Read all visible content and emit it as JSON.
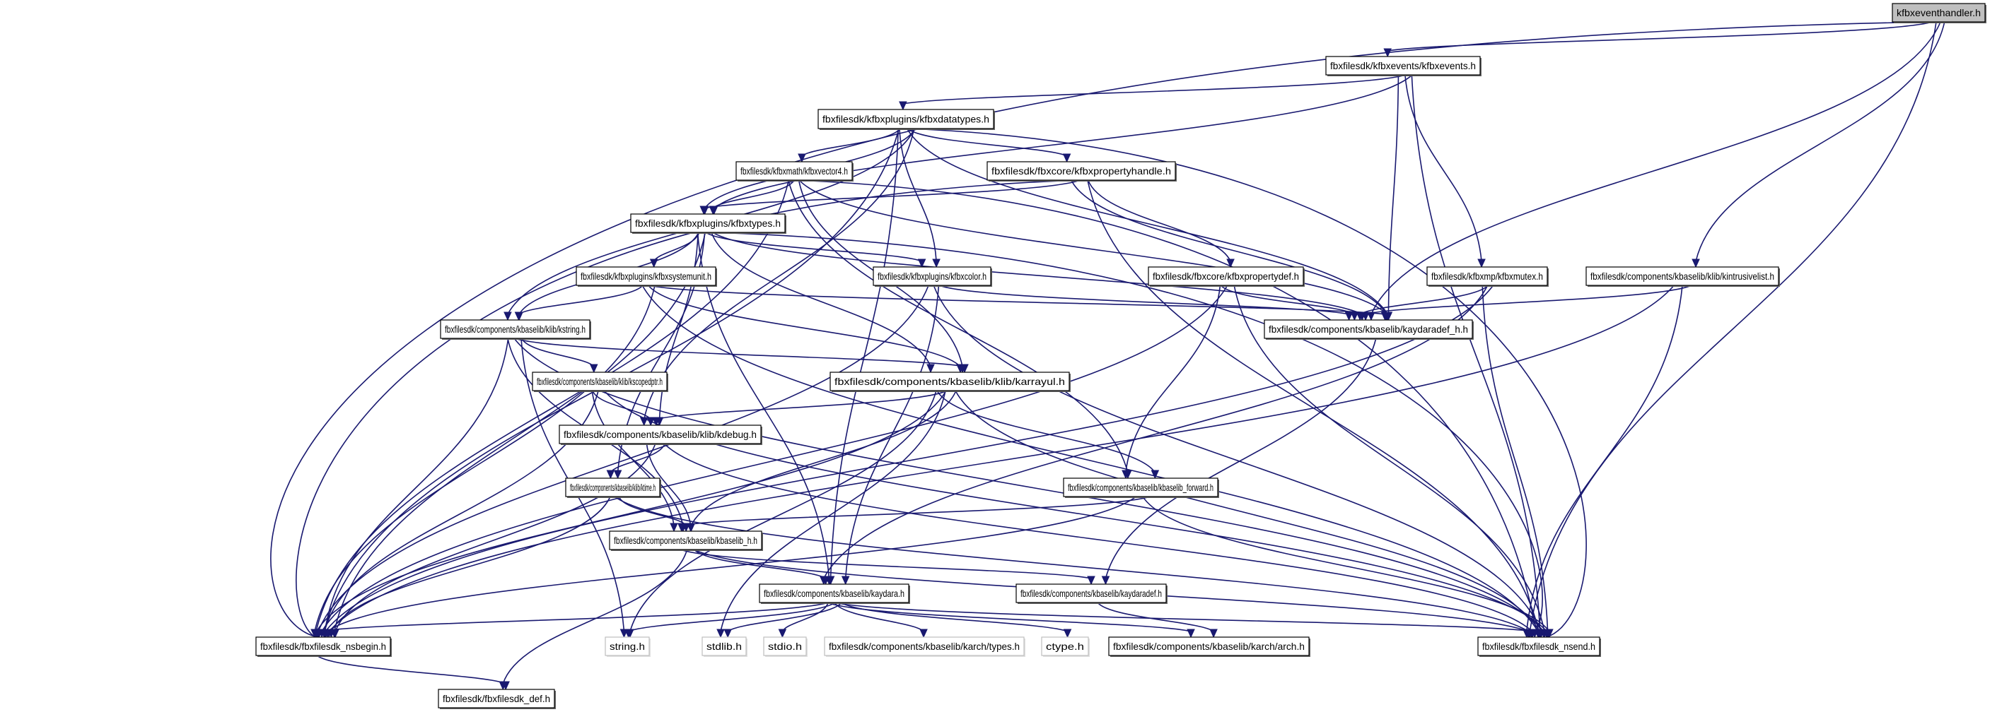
{
  "title": "kfbxeventhandler.h include dependency graph",
  "colors": {
    "edge": "#191970",
    "root_fill": "#bfbfbf",
    "node_border": "#000000",
    "external_border": "#bfbfbf"
  },
  "nodes": [
    {
      "id": "eventhandler",
      "label": "kfbxeventhandler.h",
      "kind": "root"
    },
    {
      "id": "events",
      "label": "fbxfilesdk/kfbxevents/kfbxevents.h",
      "kind": "normal"
    },
    {
      "id": "datatypes",
      "label": "fbxfilesdk/kfbxplugins/kfbxdatatypes.h",
      "kind": "normal"
    },
    {
      "id": "vector4",
      "label": "fbxfilesdk/kfbxmath/kfbxvector4.h",
      "kind": "normal"
    },
    {
      "id": "propertyhandle",
      "label": "fbxfilesdk/fbxcore/kfbxpropertyhandle.h",
      "kind": "normal"
    },
    {
      "id": "types",
      "label": "fbxfilesdk/kfbxplugins/kfbxtypes.h",
      "kind": "normal"
    },
    {
      "id": "systemunit",
      "label": "fbxfilesdk/kfbxplugins/kfbxsystemunit.h",
      "kind": "normal"
    },
    {
      "id": "color",
      "label": "fbxfilesdk/kfbxplugins/kfbxcolor.h",
      "kind": "normal"
    },
    {
      "id": "propertydef",
      "label": "fbxfilesdk/fbxcore/kfbxpropertydef.h",
      "kind": "normal"
    },
    {
      "id": "mutex",
      "label": "fbxfilesdk/kfbxmp/kfbxmutex.h",
      "kind": "normal"
    },
    {
      "id": "intrusivelist",
      "label": "fbxfilesdk/components/kbaselib/klib/kintrusivelist.h",
      "kind": "normal"
    },
    {
      "id": "kstring",
      "label": "fbxfilesdk/components/kbaselib/klib/kstring.h",
      "kind": "normal"
    },
    {
      "id": "kaydaradef_h",
      "label": "fbxfilesdk/components/kbaselib/kaydaradef_h.h",
      "kind": "normal"
    },
    {
      "id": "kscopedptr",
      "label": "fbxfilesdk/components/kbaselib/klib/kscopedptr.h",
      "kind": "normal"
    },
    {
      "id": "karrayul",
      "label": "fbxfilesdk/components/kbaselib/klib/karrayul.h",
      "kind": "normal"
    },
    {
      "id": "kdebug",
      "label": "fbxfilesdk/components/kbaselib/klib/kdebug.h",
      "kind": "normal"
    },
    {
      "id": "ktime",
      "label": "fbxfilesdk/components/kbaselib/klib/ktime.h",
      "kind": "normal"
    },
    {
      "id": "kbaselib_forward",
      "label": "fbxfilesdk/components/kbaselib/kbaselib_forward.h",
      "kind": "normal"
    },
    {
      "id": "kbaselib_h",
      "label": "fbxfilesdk/components/kbaselib/kbaselib_h.h",
      "kind": "normal"
    },
    {
      "id": "kaydara",
      "label": "fbxfilesdk/components/kbaselib/kaydara.h",
      "kind": "normal"
    },
    {
      "id": "kaydaradef",
      "label": "fbxfilesdk/components/kbaselib/kaydaradef.h",
      "kind": "normal"
    },
    {
      "id": "nsbegin",
      "label": "fbxfilesdk/fbxfilesdk_nsbegin.h",
      "kind": "normal"
    },
    {
      "id": "string_h",
      "label": "string.h",
      "kind": "external"
    },
    {
      "id": "stdlib_h",
      "label": "stdlib.h",
      "kind": "external"
    },
    {
      "id": "stdio_h",
      "label": "stdio.h",
      "kind": "external"
    },
    {
      "id": "karch_types",
      "label": "fbxfilesdk/components/kbaselib/karch/types.h",
      "kind": "external"
    },
    {
      "id": "ctype_h",
      "label": "ctype.h",
      "kind": "external"
    },
    {
      "id": "arch",
      "label": "fbxfilesdk/components/kbaselib/karch/arch.h",
      "kind": "normal"
    },
    {
      "id": "nsend",
      "label": "fbxfilesdk/fbxfilesdk_nsend.h",
      "kind": "normal"
    },
    {
      "id": "def",
      "label": "fbxfilesdk/fbxfilesdk_def.h",
      "kind": "normal"
    }
  ],
  "edges": [
    [
      "eventhandler",
      "events"
    ],
    [
      "eventhandler",
      "nsbegin"
    ],
    [
      "eventhandler",
      "kaydaradef_h"
    ],
    [
      "eventhandler",
      "intrusivelist"
    ],
    [
      "eventhandler",
      "nsend"
    ],
    [
      "events",
      "datatypes"
    ],
    [
      "events",
      "types"
    ],
    [
      "events",
      "kaydaradef_h"
    ],
    [
      "events",
      "mutex"
    ],
    [
      "events",
      "nsend"
    ],
    [
      "datatypes",
      "vector4"
    ],
    [
      "datatypes",
      "propertyhandle"
    ],
    [
      "datatypes",
      "types"
    ],
    [
      "datatypes",
      "color"
    ],
    [
      "datatypes",
      "kaydaradef_h"
    ],
    [
      "datatypes",
      "kstring"
    ],
    [
      "datatypes",
      "nsbegin"
    ],
    [
      "datatypes",
      "nsend"
    ],
    [
      "datatypes",
      "kdebug"
    ],
    [
      "datatypes",
      "kaydara"
    ],
    [
      "vector4",
      "types"
    ],
    [
      "vector4",
      "kaydaradef_h"
    ],
    [
      "vector4",
      "nsbegin"
    ],
    [
      "vector4",
      "nsend"
    ],
    [
      "vector4",
      "karrayul"
    ],
    [
      "vector4",
      "kbaselib_forward"
    ],
    [
      "propertyhandle",
      "types"
    ],
    [
      "propertyhandle",
      "propertydef"
    ],
    [
      "propertyhandle",
      "kaydaradef_h"
    ],
    [
      "propertyhandle",
      "nsbegin"
    ],
    [
      "propertyhandle",
      "nsend"
    ],
    [
      "types",
      "systemunit"
    ],
    [
      "types",
      "color"
    ],
    [
      "types",
      "kaydaradef_h"
    ],
    [
      "types",
      "kstring"
    ],
    [
      "types",
      "nsbegin"
    ],
    [
      "types",
      "nsend"
    ],
    [
      "types",
      "kdebug"
    ],
    [
      "types",
      "ktime"
    ],
    [
      "types",
      "karrayul"
    ],
    [
      "types",
      "kaydara"
    ],
    [
      "systemunit",
      "kstring"
    ],
    [
      "systemunit",
      "kaydaradef_h"
    ],
    [
      "systemunit",
      "nsbegin"
    ],
    [
      "systemunit",
      "nsend"
    ],
    [
      "systemunit",
      "karrayul"
    ],
    [
      "color",
      "kaydaradef_h"
    ],
    [
      "color",
      "nsbegin"
    ],
    [
      "color",
      "nsend"
    ],
    [
      "color",
      "kaydara"
    ],
    [
      "propertydef",
      "kaydaradef_h"
    ],
    [
      "propertydef",
      "nsbegin"
    ],
    [
      "propertydef",
      "nsend"
    ],
    [
      "propertydef",
      "kbaselib_forward"
    ],
    [
      "mutex",
      "kaydaradef_h"
    ],
    [
      "mutex",
      "nsbegin"
    ],
    [
      "mutex",
      "nsend"
    ],
    [
      "mutex",
      "kaydara"
    ],
    [
      "intrusivelist",
      "kaydaradef_h"
    ],
    [
      "intrusivelist",
      "nsbegin"
    ],
    [
      "intrusivelist",
      "nsend"
    ],
    [
      "kstring",
      "kscopedptr"
    ],
    [
      "kstring",
      "nsbegin"
    ],
    [
      "kstring",
      "karrayul"
    ],
    [
      "kstring",
      "string_h"
    ],
    [
      "kstring",
      "kbaselib_h"
    ],
    [
      "kstring",
      "nsend"
    ],
    [
      "kaydaradef_h",
      "kaydaradef"
    ],
    [
      "kscopedptr",
      "kdebug"
    ],
    [
      "kscopedptr",
      "nsbegin"
    ],
    [
      "kscopedptr",
      "nsend"
    ],
    [
      "kscopedptr",
      "kbaselib_h"
    ],
    [
      "karrayul",
      "kdebug"
    ],
    [
      "karrayul",
      "kbaselib_h"
    ],
    [
      "karrayul",
      "kbaselib_forward"
    ],
    [
      "karrayul",
      "nsbegin"
    ],
    [
      "karrayul",
      "nsend"
    ],
    [
      "karrayul",
      "string_h"
    ],
    [
      "karrayul",
      "stdlib_h"
    ],
    [
      "kdebug",
      "ktime"
    ],
    [
      "kdebug",
      "kbaselib_h"
    ],
    [
      "kdebug",
      "nsbegin"
    ],
    [
      "kdebug",
      "nsend"
    ],
    [
      "ktime",
      "kbaselib_h"
    ],
    [
      "ktime",
      "nsbegin"
    ],
    [
      "ktime",
      "nsend"
    ],
    [
      "kbaselib_forward",
      "kbaselib_h"
    ],
    [
      "kbaselib_forward",
      "nsbegin"
    ],
    [
      "kbaselib_forward",
      "nsend"
    ],
    [
      "kbaselib_h",
      "kaydara"
    ],
    [
      "kbaselib_h",
      "kaydaradef"
    ],
    [
      "kbaselib_h",
      "def"
    ],
    [
      "kbaselib_h",
      "nsend"
    ],
    [
      "kaydara",
      "nsbegin"
    ],
    [
      "kaydara",
      "string_h"
    ],
    [
      "kaydara",
      "stdlib_h"
    ],
    [
      "kaydara",
      "stdio_h"
    ],
    [
      "kaydara",
      "karch_types"
    ],
    [
      "kaydara",
      "ctype_h"
    ],
    [
      "kaydara",
      "arch"
    ],
    [
      "kaydara",
      "nsend"
    ],
    [
      "kaydaradef",
      "arch"
    ],
    [
      "nsbegin",
      "def"
    ]
  ]
}
